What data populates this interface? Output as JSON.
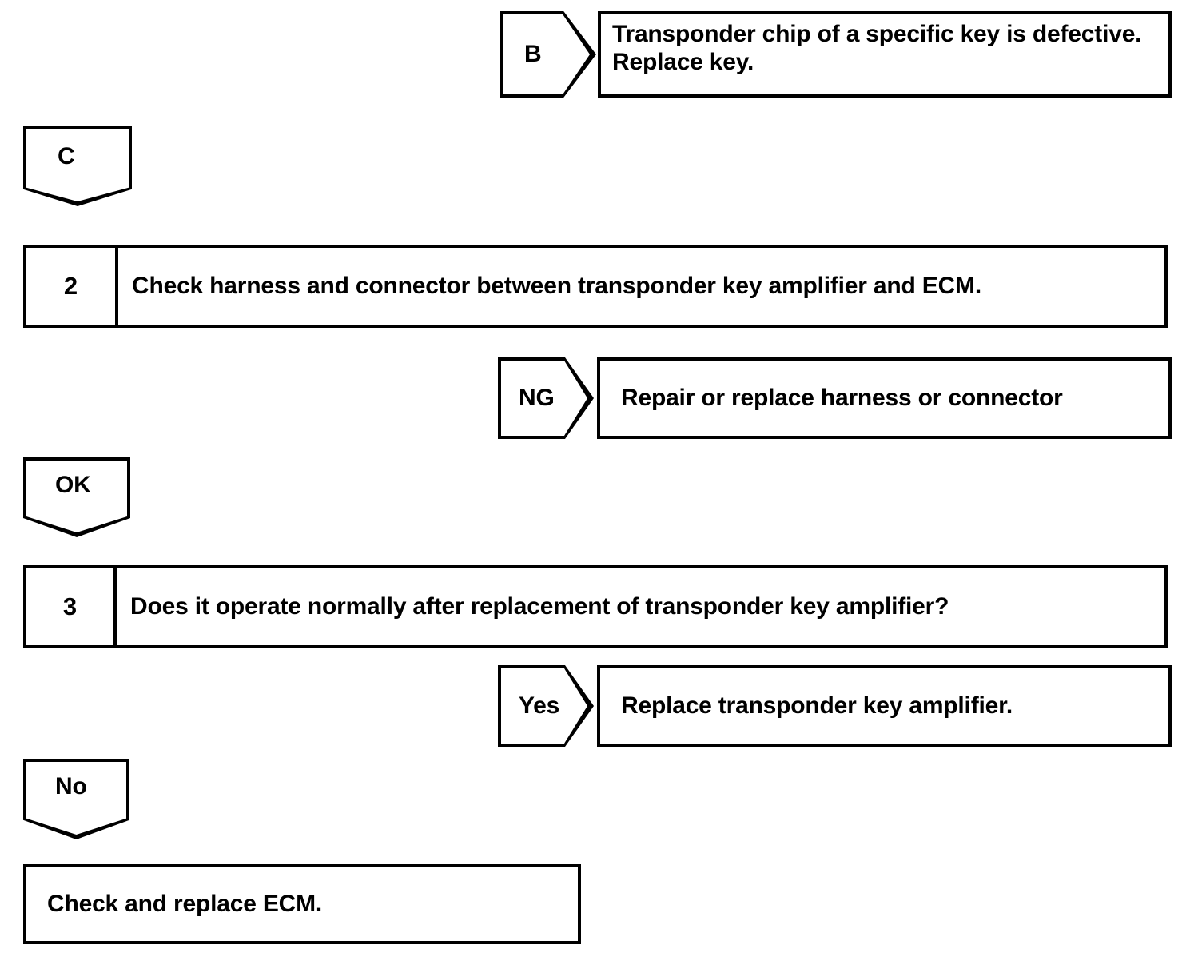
{
  "document": {
    "type": "troubleshooting-flowchart",
    "title": "Transponder key amplifier / ECM diagnostic flow"
  },
  "nodes": {
    "connector_b": {
      "label": "B",
      "text": "Transponder chip of a specific key is defective.\nReplace key."
    },
    "connector_c": {
      "label": "C"
    },
    "step2": {
      "number": "2",
      "text": "Check harness and connector between transponder key amplifier and ECM."
    },
    "result_ng": {
      "label": "NG",
      "text": "Repair or replace harness or connector"
    },
    "result_ok": {
      "label": "OK"
    },
    "step3": {
      "number": "3",
      "text": "Does it operate normally after replacement of transponder key amplifier?"
    },
    "result_yes": {
      "label": "Yes",
      "text": "Replace transponder key amplifier."
    },
    "result_no": {
      "label": "No"
    },
    "final_action": {
      "text": "Check and replace ECM."
    }
  },
  "colors": {
    "ink": "#000000",
    "paper": "#ffffff"
  }
}
